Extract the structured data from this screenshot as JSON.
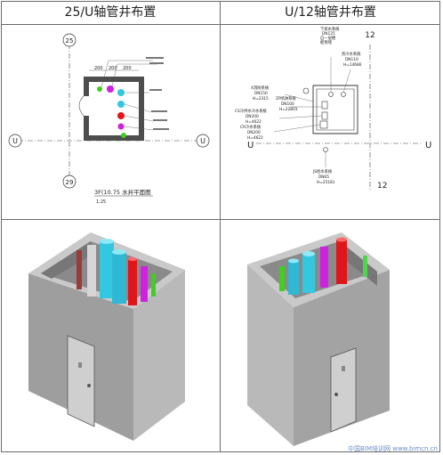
{
  "panels": {
    "left_title": "25/U轴管井布置",
    "right_title": "U/12轴管井布置"
  },
  "left_plan": {
    "grid_top": "25",
    "grid_bottom": "29",
    "grid_left": "U",
    "grid_right": "U",
    "dims": [
      "200",
      "200",
      "200"
    ],
    "caption": "3F(10.75 水井平面图",
    "scale": "1:25"
  },
  "right_plan": {
    "grid_top": "12",
    "grid_bottom": "12",
    "grid_left": "U",
    "grid_right": "U",
    "labels": {
      "top": [
        "下排水系统",
        "DN125",
        "自一层楼",
        "板预埋"
      ],
      "hot": [
        "热冷水系统",
        "DN110",
        "H=14686"
      ],
      "xf": [
        "X消防系统",
        "DN150",
        "H=2315"
      ],
      "zp": [
        "ZP喷淋系统",
        "DN100",
        "H=22803"
      ],
      "cs": [
        "CS冷供水冷水系统",
        "DN200",
        "H=4622"
      ],
      "cr": [
        "CR冷水系统",
        "DN200",
        "H=4622"
      ],
      "js": [
        "JS给水系统",
        "DN65",
        "H=25181"
      ]
    }
  },
  "watermark": "中国BIM培训网 www.bimcn.cn",
  "colors": {
    "wall": "#4d4d4d",
    "cyan": "#33c8e0",
    "red": "#e0161b",
    "magenta": "#d020e0",
    "green": "#44cc22",
    "grid": "#333333"
  }
}
